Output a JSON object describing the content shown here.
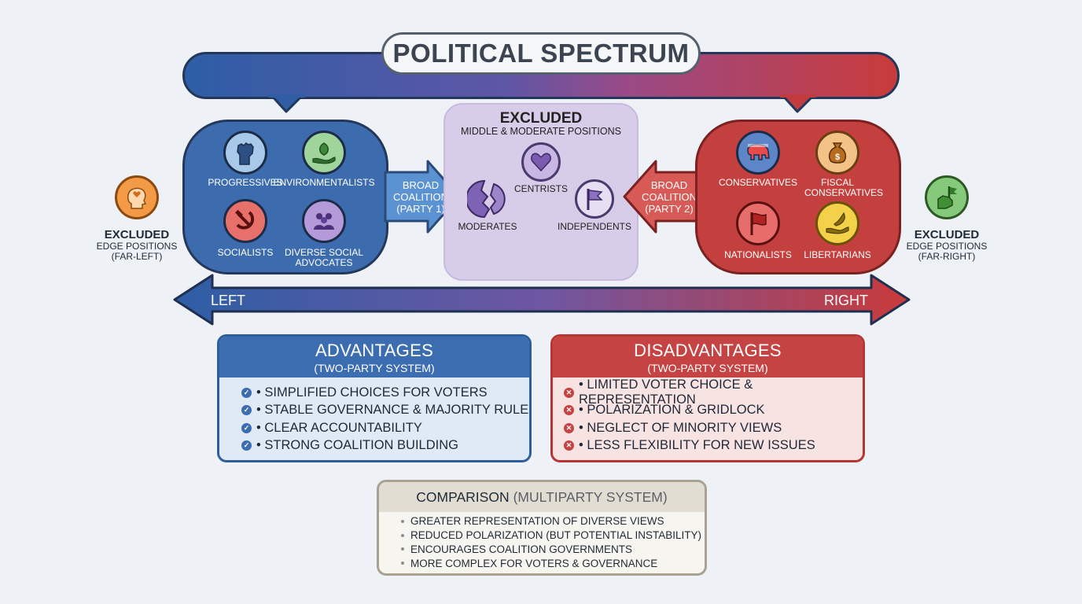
{
  "title": "POLITICAL SPECTRUM",
  "left_coalition": {
    "groups": [
      {
        "label": "PROGRESSIVES",
        "icon": "raised-fist-icon"
      },
      {
        "label": "ENVIRONMENTALISTS",
        "icon": "leaf-hand-icon"
      },
      {
        "label": "SOCIALISTS",
        "icon": "hammer-sickle-icon"
      },
      {
        "label": "DIVERSE SOCIAL ADVOCATES",
        "icon": "people-group-icon"
      }
    ],
    "arrow_label_1": "BROAD",
    "arrow_label_2": "COALITION",
    "arrow_label_3": "(PARTY 1)"
  },
  "right_coalition": {
    "groups": [
      {
        "label": "CONSERVATIVES",
        "icon": "elephant-icon"
      },
      {
        "label": "FISCAL CONSERVATIVES",
        "icon": "money-bag-icon"
      },
      {
        "label": "NATIONALISTS",
        "icon": "flag-icon"
      },
      {
        "label": "LIBERTARIANS",
        "icon": "hand-feather-icon"
      }
    ],
    "arrow_label_1": "BROAD",
    "arrow_label_2": "COALITION",
    "arrow_label_3": "(PARTY 2)"
  },
  "middle": {
    "title": "EXCLUDED",
    "subtitle": "MIDDLE & MODERATE POSITIONS",
    "centrists": "CENTRISTS",
    "moderates": "MODERATES",
    "independents": "INDEPENDENTS"
  },
  "edge_left": {
    "title": "EXCLUDED",
    "line1": "EDGE POSITIONS",
    "line2": "(FAR-LEFT)"
  },
  "edge_right": {
    "title": "EXCLUDED",
    "line1": "EDGE POSITIONS",
    "line2": "(FAR-RIGHT)"
  },
  "axis": {
    "left": "LEFT",
    "right": "RIGHT"
  },
  "advantages": {
    "title": "ADVANTAGES",
    "subtitle": "(TWO-PARTY SYSTEM)",
    "items": [
      "• SIMPLIFIED CHOICES FOR VOTERS",
      "• STABLE GOVERNANCE & MAJORITY RULE",
      "• CLEAR ACCOUNTABILITY",
      "• STRONG COALITION BUILDING"
    ]
  },
  "disadvantages": {
    "title": "DISADVANTAGES",
    "subtitle": "(TWO-PARTY SYSTEM)",
    "items": [
      "• LIMITED VOTER CHOICE & REPRESENTATION",
      "• POLARIZATION & GRIDLOCK",
      "• NEGLECT OF MINORITY VIEWS",
      "• LESS FLEXIBILITY FOR NEW ISSUES"
    ]
  },
  "comparison": {
    "title": "COMPARISON",
    "subtitle": "(MULTIPARTY SYSTEM)",
    "items": [
      "GREATER REPRESENTATION OF DIVERSE VIEWS",
      "REDUCED POLARIZATION (BUT POTENTIAL INSTABILITY)",
      "ENCOURAGES COALITION GOVERNMENTS",
      "MORE COMPLEX FOR VOTERS & GOVERNANCE"
    ]
  },
  "colors": {
    "left_blue": "#3d6cae",
    "right_red": "#c4403e",
    "middle_lavender": "#d8cde9"
  }
}
